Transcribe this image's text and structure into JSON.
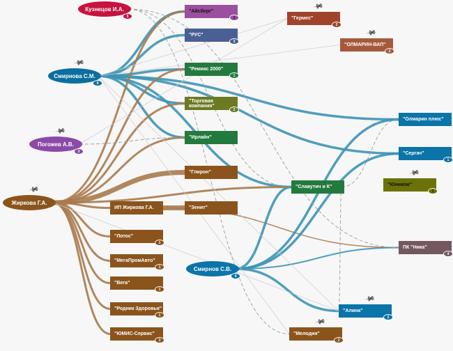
{
  "nodes": [
    {
      "id": "kuznetsov",
      "label": "Кузнецов И.А.",
      "shape": "ellipse",
      "color": "#c8123f",
      "badge": "5",
      "pin": false
    },
    {
      "id": "smirnova",
      "label": "Смирнова С.М.",
      "shape": "ellipse",
      "color": "#0b6fa0",
      "badge": "9",
      "pin": true
    },
    {
      "id": "pogozhev",
      "label": "Погожев А.В.",
      "shape": "ellipse",
      "color": "#8b4aa8",
      "badge": "3",
      "pin": true
    },
    {
      "id": "zhirkova",
      "label": "Жиркова Г.А.",
      "shape": "ellipse",
      "color": "#8b541c",
      "badge": null,
      "pin": true
    },
    {
      "id": "smirnov",
      "label": "Смирнов С.В.",
      "shape": "ellipse",
      "color": "#0b74a8",
      "badge": "4",
      "pin": false
    },
    {
      "id": "aisberg",
      "label": "\"Айсберг\"",
      "shape": "rect",
      "color": "#9b4f9f",
      "badge": "2",
      "pin": false,
      "dark": true
    },
    {
      "id": "rus",
      "label": "\"РУС\"",
      "shape": "rect",
      "color": "#4a5f94",
      "badge": "3",
      "pin": false
    },
    {
      "id": "remiks",
      "label": "\"Ремикс 2000\"",
      "shape": "rect",
      "color": "#237a3e",
      "badge": "1",
      "pin": false
    },
    {
      "id": "torg",
      "label": "\"Торговая компания\"",
      "shape": "rect",
      "color": "#6b7a23",
      "badge": "2",
      "pin": false
    },
    {
      "id": "irlain",
      "label": "\"Ирлайн\"",
      "shape": "rect",
      "color": "#237a3e",
      "badge": null,
      "pin": false
    },
    {
      "id": "gliron",
      "label": "\"Глирон\"",
      "shape": "rect",
      "color": "#8b541c",
      "badge": null,
      "pin": false
    },
    {
      "id": "zenit",
      "label": "\"Зенит\"",
      "shape": "rect",
      "color": "#8b541c",
      "badge": null,
      "pin": false
    },
    {
      "id": "ip",
      "label": "ИП Жиркова Г.А.",
      "shape": "rect",
      "color": "#8b541c",
      "badge": null,
      "pin": false
    },
    {
      "id": "lotos",
      "label": "\"Лотос\"",
      "shape": "rect",
      "color": "#8b541c",
      "badge": "1",
      "pin": false
    },
    {
      "id": "mega",
      "label": "\"МегаПромАвто\"",
      "shape": "rect",
      "color": "#8b541c",
      "badge": "1",
      "pin": false
    },
    {
      "id": "vega",
      "label": "\"Вега\"",
      "shape": "rect",
      "color": "#8b541c",
      "badge": "1",
      "pin": false
    },
    {
      "id": "rodnik",
      "label": "\"Родник Здоровья\"",
      "shape": "rect",
      "color": "#8b541c",
      "badge": "1",
      "pin": false
    },
    {
      "id": "yumis",
      "label": "\"ЮМИС-Сервис\"",
      "shape": "rect",
      "color": "#8b541c",
      "badge": "3",
      "pin": false
    },
    {
      "id": "germes",
      "label": "\"Гермес\"",
      "shape": "rect",
      "color": "#a0432a",
      "badge": "2",
      "pin": true
    },
    {
      "id": "olmvap",
      "label": "\"ОЛМАРИН-ВАП\"",
      "shape": "rect",
      "color": "#a65a3c",
      "badge": "2",
      "pin": true
    },
    {
      "id": "olmplus",
      "label": "\"Олмарин плюс\"",
      "shape": "rect",
      "color": "#0b74a8",
      "badge": null,
      "pin": false
    },
    {
      "id": "sergach",
      "label": "\"Сергач\"",
      "shape": "rect",
      "color": "#0b74a8",
      "badge": "1",
      "pin": false
    },
    {
      "id": "slav",
      "label": "\"Славутич и К\"",
      "shape": "rect",
      "color": "#237a3e",
      "badge": null,
      "pin": false
    },
    {
      "id": "yunikom",
      "label": "\"Юником\"",
      "shape": "rect",
      "color": "#6b7308",
      "badge": "1",
      "pin": true,
      "dark": true
    },
    {
      "id": "nika",
      "label": "ПК \"Ника\"",
      "shape": "rect",
      "color": "#74585f",
      "badge": "4",
      "pin": false
    },
    {
      "id": "alina",
      "label": "\"Алина\"",
      "shape": "rect",
      "color": "#0b74a8",
      "badge": "2",
      "pin": true
    },
    {
      "id": "melodia",
      "label": "\"Мелодия\"",
      "shape": "rect",
      "color": "#8b541c",
      "badge": "2",
      "pin": true
    }
  ],
  "edges": [
    [
      "smirnova",
      "aisberg",
      "blue"
    ],
    [
      "smirnova",
      "rus",
      "blue"
    ],
    [
      "smirnova",
      "remiks",
      "blue"
    ],
    [
      "smirnova",
      "torg",
      "blue"
    ],
    [
      "smirnova",
      "irlain",
      "blue"
    ],
    [
      "smirnova",
      "olmplus",
      "blue"
    ],
    [
      "smirnova",
      "sergach",
      "blue"
    ],
    [
      "smirnova",
      "slav",
      "blue"
    ],
    [
      "zhirkova",
      "aisberg",
      "brown"
    ],
    [
      "zhirkova",
      "remiks",
      "brown"
    ],
    [
      "zhirkova",
      "torg",
      "brown"
    ],
    [
      "zhirkova",
      "irlain",
      "brown"
    ],
    [
      "zhirkova",
      "gliron",
      "brownthick"
    ],
    [
      "zhirkova",
      "ip",
      "brown"
    ],
    [
      "zhirkova",
      "slav",
      "brown"
    ],
    [
      "zhirkova",
      "lotos",
      "brown"
    ],
    [
      "zhirkova",
      "mega",
      "brown"
    ],
    [
      "zhirkova",
      "vega",
      "brown"
    ],
    [
      "zhirkova",
      "rodnik",
      "brown"
    ],
    [
      "zhirkova",
      "yumis",
      "brown"
    ],
    [
      "ip",
      "zenit",
      "brownthick"
    ],
    [
      "ip",
      "nika",
      "brownthin"
    ],
    [
      "smirnov",
      "olmplus",
      "blue"
    ],
    [
      "smirnov",
      "sergach",
      "blue"
    ],
    [
      "smirnov",
      "nika",
      "bluethin"
    ],
    [
      "smirnov",
      "alina",
      "blue"
    ],
    [
      "smirnov",
      "slav",
      "blue"
    ],
    [
      "kuznetsov",
      "slav",
      "dash"
    ],
    [
      "kuznetsov",
      "nika",
      "dash"
    ],
    [
      "kuznetsov",
      "melodia",
      "dash"
    ],
    [
      "pogozhev",
      "irlain",
      "dash"
    ],
    [
      "slav",
      "olmplus",
      "dash"
    ],
    [
      "slav",
      "alina",
      "dash"
    ],
    [
      "smirnova",
      "germes",
      "gray"
    ],
    [
      "smirnova",
      "olmvap",
      "gray"
    ],
    [
      "smirnova",
      "alina",
      "gray"
    ],
    [
      "smirnova",
      "melodia",
      "gray"
    ],
    [
      "zhirkova",
      "alina",
      "gray"
    ],
    [
      "pogozhev",
      "germes",
      "gray"
    ]
  ]
}
